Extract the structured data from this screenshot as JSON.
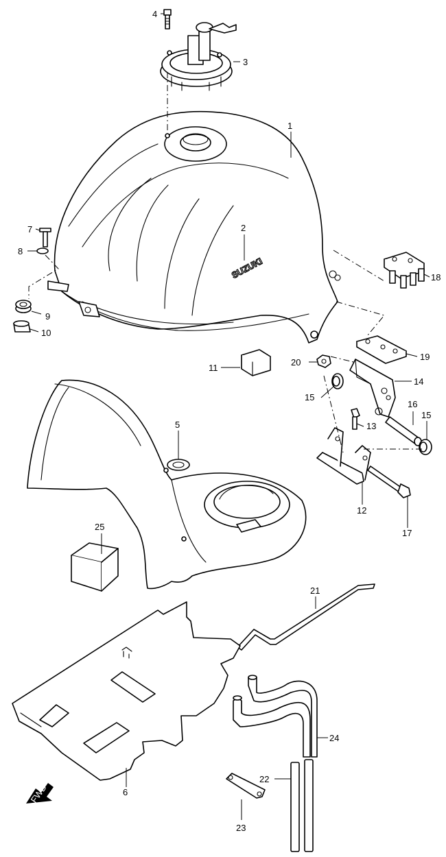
{
  "brand_text": "SUZUKI",
  "fwd_text": "FWD",
  "callouts": [
    {
      "id": "4",
      "label": "4"
    },
    {
      "id": "3",
      "label": "3"
    },
    {
      "id": "1",
      "label": "1"
    },
    {
      "id": "2",
      "label": "2"
    },
    {
      "id": "7",
      "label": "7"
    },
    {
      "id": "8",
      "label": "8"
    },
    {
      "id": "9",
      "label": "9"
    },
    {
      "id": "10",
      "label": "10"
    },
    {
      "id": "18",
      "label": "18"
    },
    {
      "id": "19",
      "label": "19"
    },
    {
      "id": "20",
      "label": "20"
    },
    {
      "id": "11",
      "label": "11"
    },
    {
      "id": "14",
      "label": "14"
    },
    {
      "id": "15a",
      "label": "15"
    },
    {
      "id": "16",
      "label": "16"
    },
    {
      "id": "15b",
      "label": "15"
    },
    {
      "id": "13",
      "label": "13"
    },
    {
      "id": "5",
      "label": "5"
    },
    {
      "id": "12",
      "label": "12"
    },
    {
      "id": "17",
      "label": "17"
    },
    {
      "id": "25",
      "label": "25"
    },
    {
      "id": "21",
      "label": "21"
    },
    {
      "id": "24",
      "label": "24"
    },
    {
      "id": "22",
      "label": "22"
    },
    {
      "id": "6",
      "label": "6"
    },
    {
      "id": "23",
      "label": "23"
    }
  ]
}
